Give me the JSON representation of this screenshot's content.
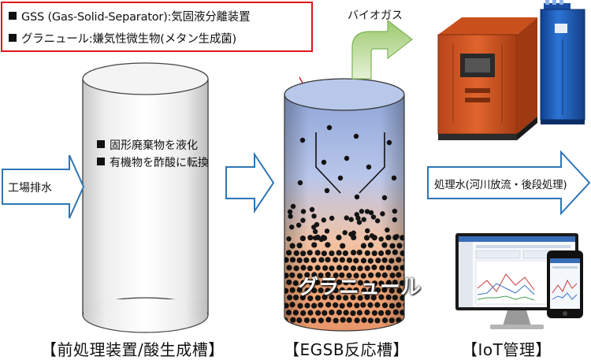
{
  "legend": {
    "line1": "GSS (Gas-Solid-Separator):気固液分離装置",
    "line2": "グラニュール:嫌気性微生物(メタン生成菌)"
  },
  "biogas_label": "バイオガス",
  "inflow_label": "工場排水",
  "pretreatment": {
    "bullet1": "固形廃棄物を液化",
    "bullet2": "有機物を酢酸に転換"
  },
  "granule_label": "グラニュール",
  "outflow_label": "処理水(河川放流・後段処理)",
  "captions": {
    "pretreatment": "【前処理装置/酸生成槽】",
    "egsb": "【EGSB反応槽】",
    "iot": "【IoT管理】"
  },
  "colors": {
    "legend_border": "#e0151b",
    "arrow_stroke": "#2e75b6",
    "biogas_arrow": "#b6d98f",
    "generator": "#d9531e",
    "cabinet": "#1f5fbf"
  }
}
